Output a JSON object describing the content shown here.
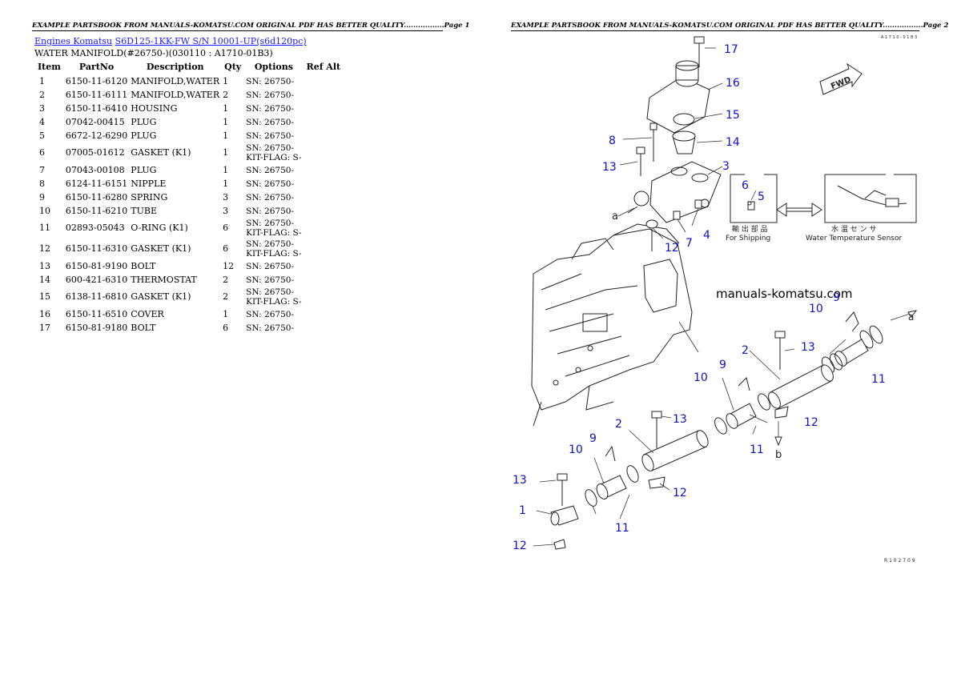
{
  "header": {
    "page1": "EXAMPLE PARTSBOOK FROM MANUALS-KOMATSU.COM ORIGINAL PDF HAS BETTER QUALITY.................Page 1",
    "page2": "EXAMPLE PARTSBOOK FROM MANUALS-KOMATSU.COM ORIGINAL PDF HAS BETTER QUALITY.................Page 2"
  },
  "breadcrumb": {
    "link1": "Engines Komatsu",
    "link2": "S6D125-1KK-FW S/N 10001-UP(s6d120pc)"
  },
  "subtitle": "WATER MANIFOLD(#26750-)(030110 : A1710-01B3)",
  "table": {
    "columns": [
      "Item",
      "PartNo",
      "Description",
      "Qty",
      "Options",
      "Ref Alt"
    ],
    "rows": [
      {
        "item": "1",
        "part": "6150-11-6120",
        "desc": "MANIFOLD,WATER",
        "qty": "1",
        "opt": "SN: 26750-"
      },
      {
        "item": "2",
        "part": "6150-11-6111",
        "desc": "MANIFOLD,WATER",
        "qty": "2",
        "opt": "SN: 26750-"
      },
      {
        "item": "3",
        "part": "6150-11-6410",
        "desc": "HOUSING",
        "qty": "1",
        "opt": "SN: 26750-"
      },
      {
        "item": "4",
        "part": "07042-00415",
        "desc": "PLUG",
        "qty": "1",
        "opt": "SN: 26750-"
      },
      {
        "item": "5",
        "part": "6672-12-6290",
        "desc": "PLUG",
        "qty": "1",
        "opt": "SN: 26750-"
      },
      {
        "item": "6",
        "part": "07005-01612",
        "desc": "GASKET (K1)",
        "qty": "1",
        "opt": "SN: 26750-\nKIT-FLAG: S-"
      },
      {
        "item": "7",
        "part": "07043-00108",
        "desc": "PLUG",
        "qty": "1",
        "opt": "SN: 26750-"
      },
      {
        "item": "8",
        "part": "6124-11-6151",
        "desc": "NIPPLE",
        "qty": "1",
        "opt": "SN: 26750-"
      },
      {
        "item": "9",
        "part": "6150-11-6280",
        "desc": "SPRING",
        "qty": "3",
        "opt": "SN: 26750-"
      },
      {
        "item": "10",
        "part": "6150-11-6210",
        "desc": "TUBE",
        "qty": "3",
        "opt": "SN: 26750-"
      },
      {
        "item": "11",
        "part": "02893-05043",
        "desc": "O-RING (K1)",
        "qty": "6",
        "opt": "SN: 26750-\nKIT-FLAG: S-"
      },
      {
        "item": "12",
        "part": "6150-11-6310",
        "desc": "GASKET (K1)",
        "qty": "6",
        "opt": "SN: 26750-\nKIT-FLAG: S-"
      },
      {
        "item": "13",
        "part": "6150-81-9190",
        "desc": "BOLT",
        "qty": "12",
        "opt": "SN: 26750-"
      },
      {
        "item": "14",
        "part": "600-421-6310",
        "desc": "THERMOSTAT",
        "qty": "2",
        "opt": "SN: 26750-"
      },
      {
        "item": "15",
        "part": "6138-11-6810",
        "desc": "GASKET (K1)",
        "qty": "2",
        "opt": "SN: 26750-\nKIT-FLAG: S-"
      },
      {
        "item": "16",
        "part": "6150-11-6510",
        "desc": "COVER",
        "qty": "1",
        "opt": "SN: 26750-"
      },
      {
        "item": "17",
        "part": "6150-81-9180",
        "desc": "BOLT",
        "qty": "6",
        "opt": "SN: 26750-"
      }
    ]
  },
  "diagram": {
    "watermark": "manuals-komatsu.com",
    "fwd_label": "FWD",
    "for_shipping_label": "For Shipping",
    "for_shipping_jp": "輸 出 部 品",
    "water_temp_sensor_label": "Water Temperature Sensor",
    "water_temp_sensor_jp": "水 温 セ ン サ",
    "ref_a": "a",
    "ref_b": "b",
    "code_top": "A 1 7 1 0 - 0 1 B 3",
    "code_bottom": "R 1 0 2 7 0 9",
    "callouts": {
      "c17": "17",
      "c16": "16",
      "c15": "15",
      "c14": "14",
      "c8": "8",
      "c13a": "13",
      "c3": "3",
      "c6": "6",
      "c5": "5",
      "c4": "4",
      "c7": "7",
      "c12a": "12",
      "c9a": "9",
      "c10a": "10",
      "c2a": "2",
      "c13b": "13",
      "c11a": "11",
      "c10b": "10",
      "c9b": "9",
      "c12b": "12",
      "c11b": "11",
      "c13c": "13",
      "c2b": "2",
      "c9c": "9",
      "c10c": "10",
      "c12c": "12",
      "c11c": "11",
      "c13d": "13",
      "c1": "1",
      "c12d": "12"
    }
  }
}
